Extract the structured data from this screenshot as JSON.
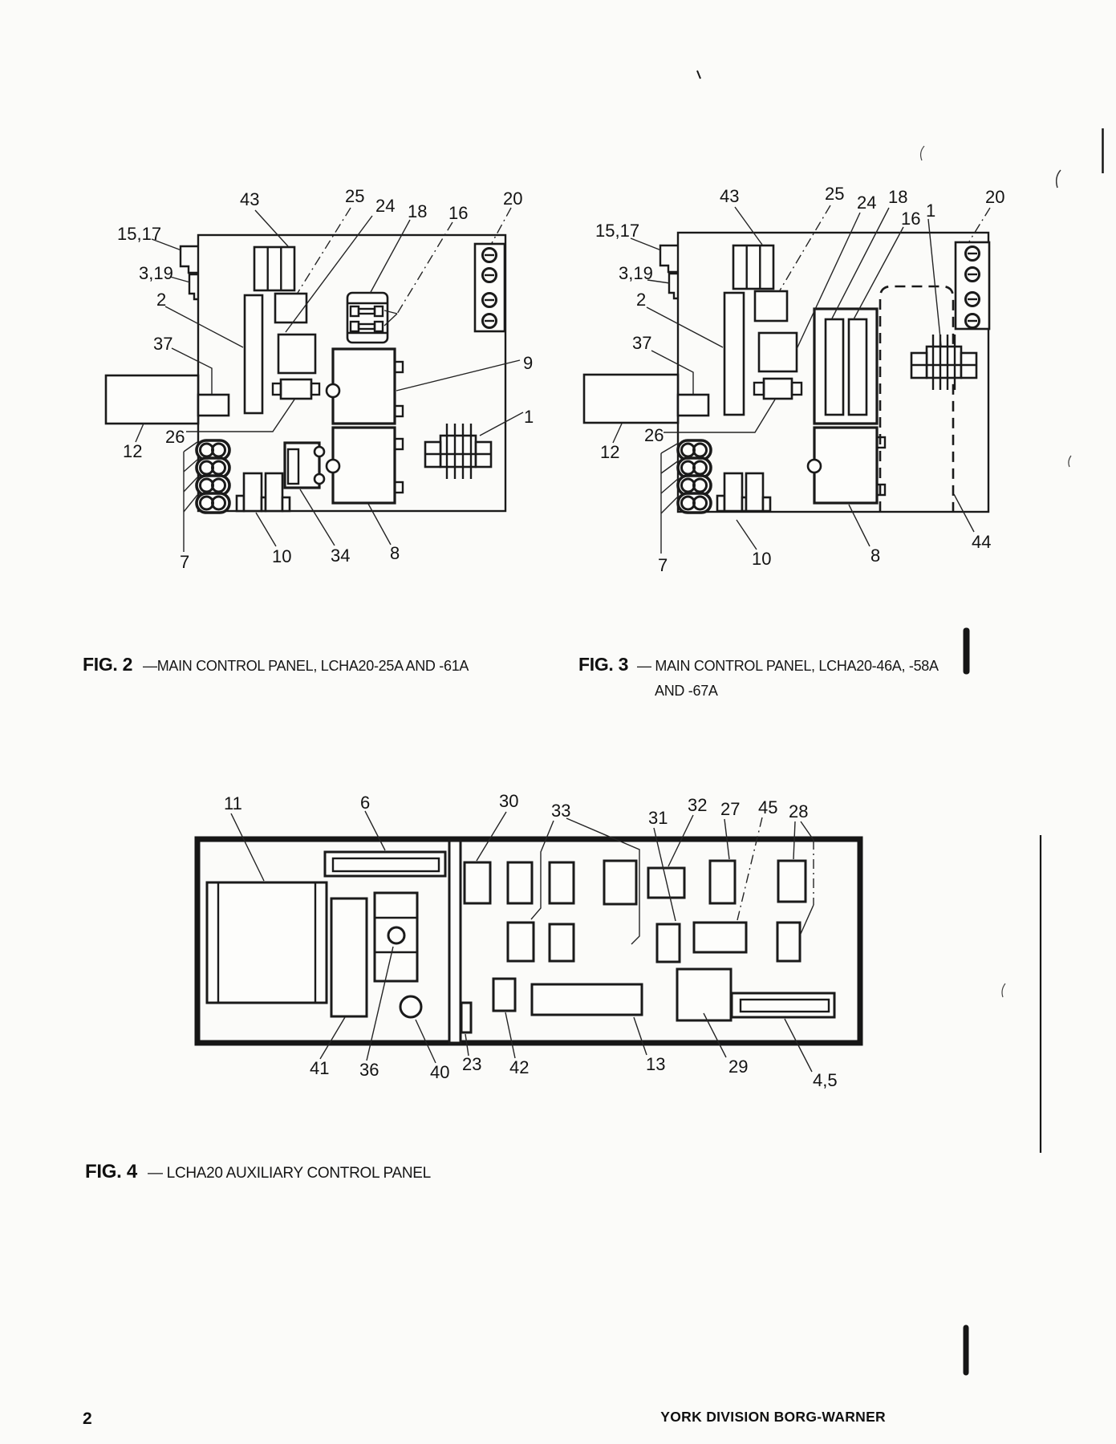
{
  "colors": {
    "ink": "#1a1a1a",
    "paper": "#fbfbf9"
  },
  "fig2": {
    "caption": {
      "prefix": "FIG. 2",
      "body": "—MAIN CONTROL PANEL, LCHA20-25A AND -61A"
    },
    "labels": {
      "n43": "43",
      "n25": "25",
      "n24": "24",
      "n18": "18",
      "n16": "16",
      "n20": "20",
      "n15_17": "15,17",
      "n3_19": "3,19",
      "n2": "2",
      "n37": "37",
      "n12": "12",
      "n26": "26",
      "n7": "7",
      "n10": "10",
      "n34": "34",
      "n8": "8",
      "n9": "9",
      "n1": "1"
    }
  },
  "fig3": {
    "caption": {
      "prefix": "FIG. 3",
      "body": "— MAIN CONTROL PANEL, LCHA20-46A, -58A",
      "body2": "AND -67A"
    },
    "labels": {
      "n43": "43",
      "n25": "25",
      "n24": "24",
      "n18": "18",
      "n16": "16",
      "n1": "1",
      "n20": "20",
      "n15_17": "15,17",
      "n3_19": "3,19",
      "n2": "2",
      "n37": "37",
      "n12": "12",
      "n26": "26",
      "n7": "7",
      "n10": "10",
      "n8": "8",
      "n44": "44"
    }
  },
  "fig4": {
    "caption": {
      "prefix": "FIG. 4",
      "body": "— LCHA20 AUXILIARY CONTROL PANEL"
    },
    "labels": {
      "n11": "11",
      "n6": "6",
      "n30": "30",
      "n33": "33",
      "n32": "32",
      "n31": "31",
      "n27": "27",
      "n45": "45",
      "n28": "28",
      "n41": "41",
      "n36": "36",
      "n40": "40",
      "n23": "23",
      "n42": "42",
      "n13": "13",
      "n29": "29",
      "n4_5": "4,5"
    }
  },
  "footer": {
    "page_number": "2",
    "right_text": "YORK DIVISION  BORG-WARNER"
  }
}
